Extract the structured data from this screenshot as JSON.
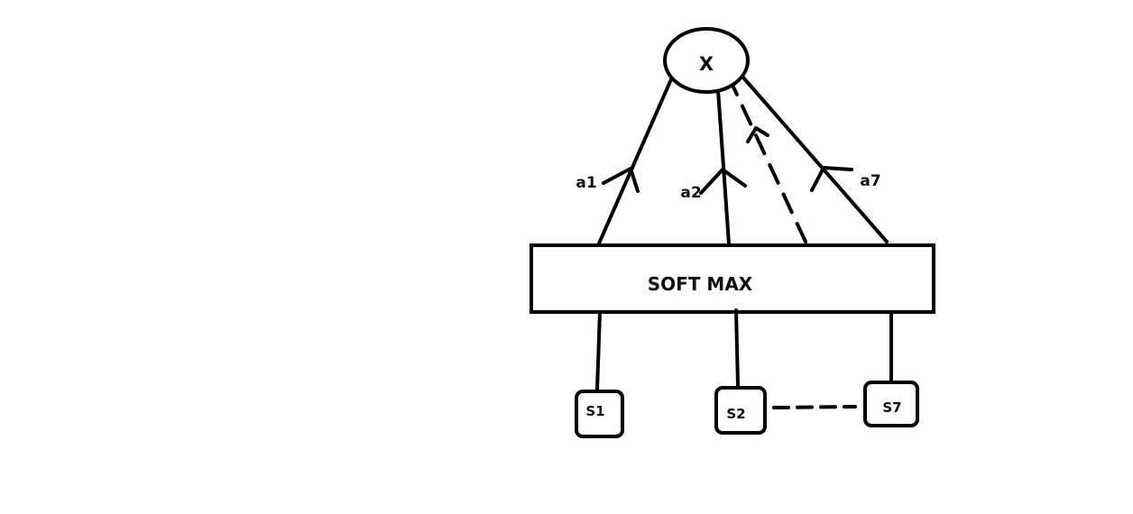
{
  "diagram": {
    "top_node": {
      "label": "X"
    },
    "softmax": {
      "label": "SOFT MAX"
    },
    "edge_labels": [
      "a1",
      "a2",
      "a7"
    ],
    "inputs": [
      "S1",
      "S2",
      "S7"
    ],
    "colors": {
      "stroke": "#000000",
      "text": "#111111",
      "background": "#ffffff"
    }
  }
}
